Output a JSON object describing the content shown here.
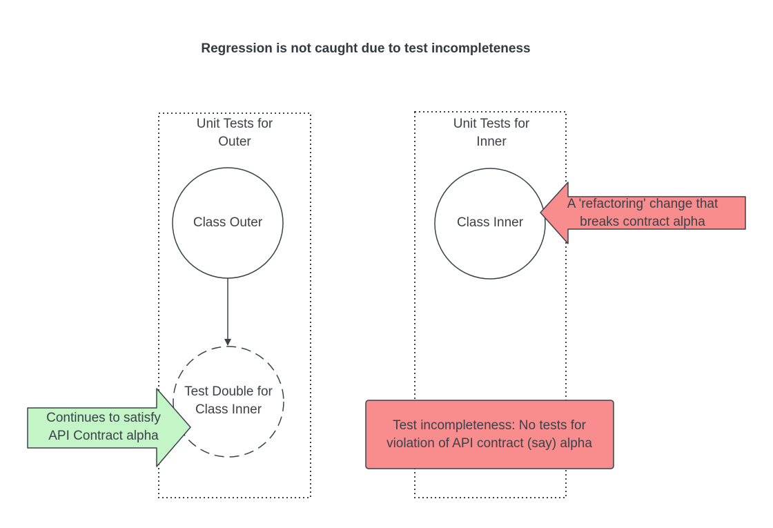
{
  "title": "Regression is not caught due to test incompleteness",
  "containers": {
    "outer": {
      "line1": "Unit Tests for",
      "line2": "Outer"
    },
    "inner": {
      "line1": "Unit Tests for",
      "line2": "Inner"
    }
  },
  "nodes": {
    "class_outer": "Class Outer",
    "test_double": {
      "line1": "Test Double for",
      "line2": "Class Inner"
    },
    "class_inner": "Class Inner"
  },
  "callouts": {
    "green": {
      "line1": "Continues to satisfy",
      "line2": "API Contract alpha"
    },
    "red_arrow": {
      "line1": "A 'refactoring' change that",
      "line2": "breaks contract alpha"
    },
    "red_box": {
      "line1": "Test incompleteness: No tests for",
      "line2": "violation of API contract (say) alpha"
    }
  },
  "colors": {
    "green_fill": "#c4f5c6",
    "red_fill": "#f98c8c",
    "stroke": "#3a414a"
  }
}
